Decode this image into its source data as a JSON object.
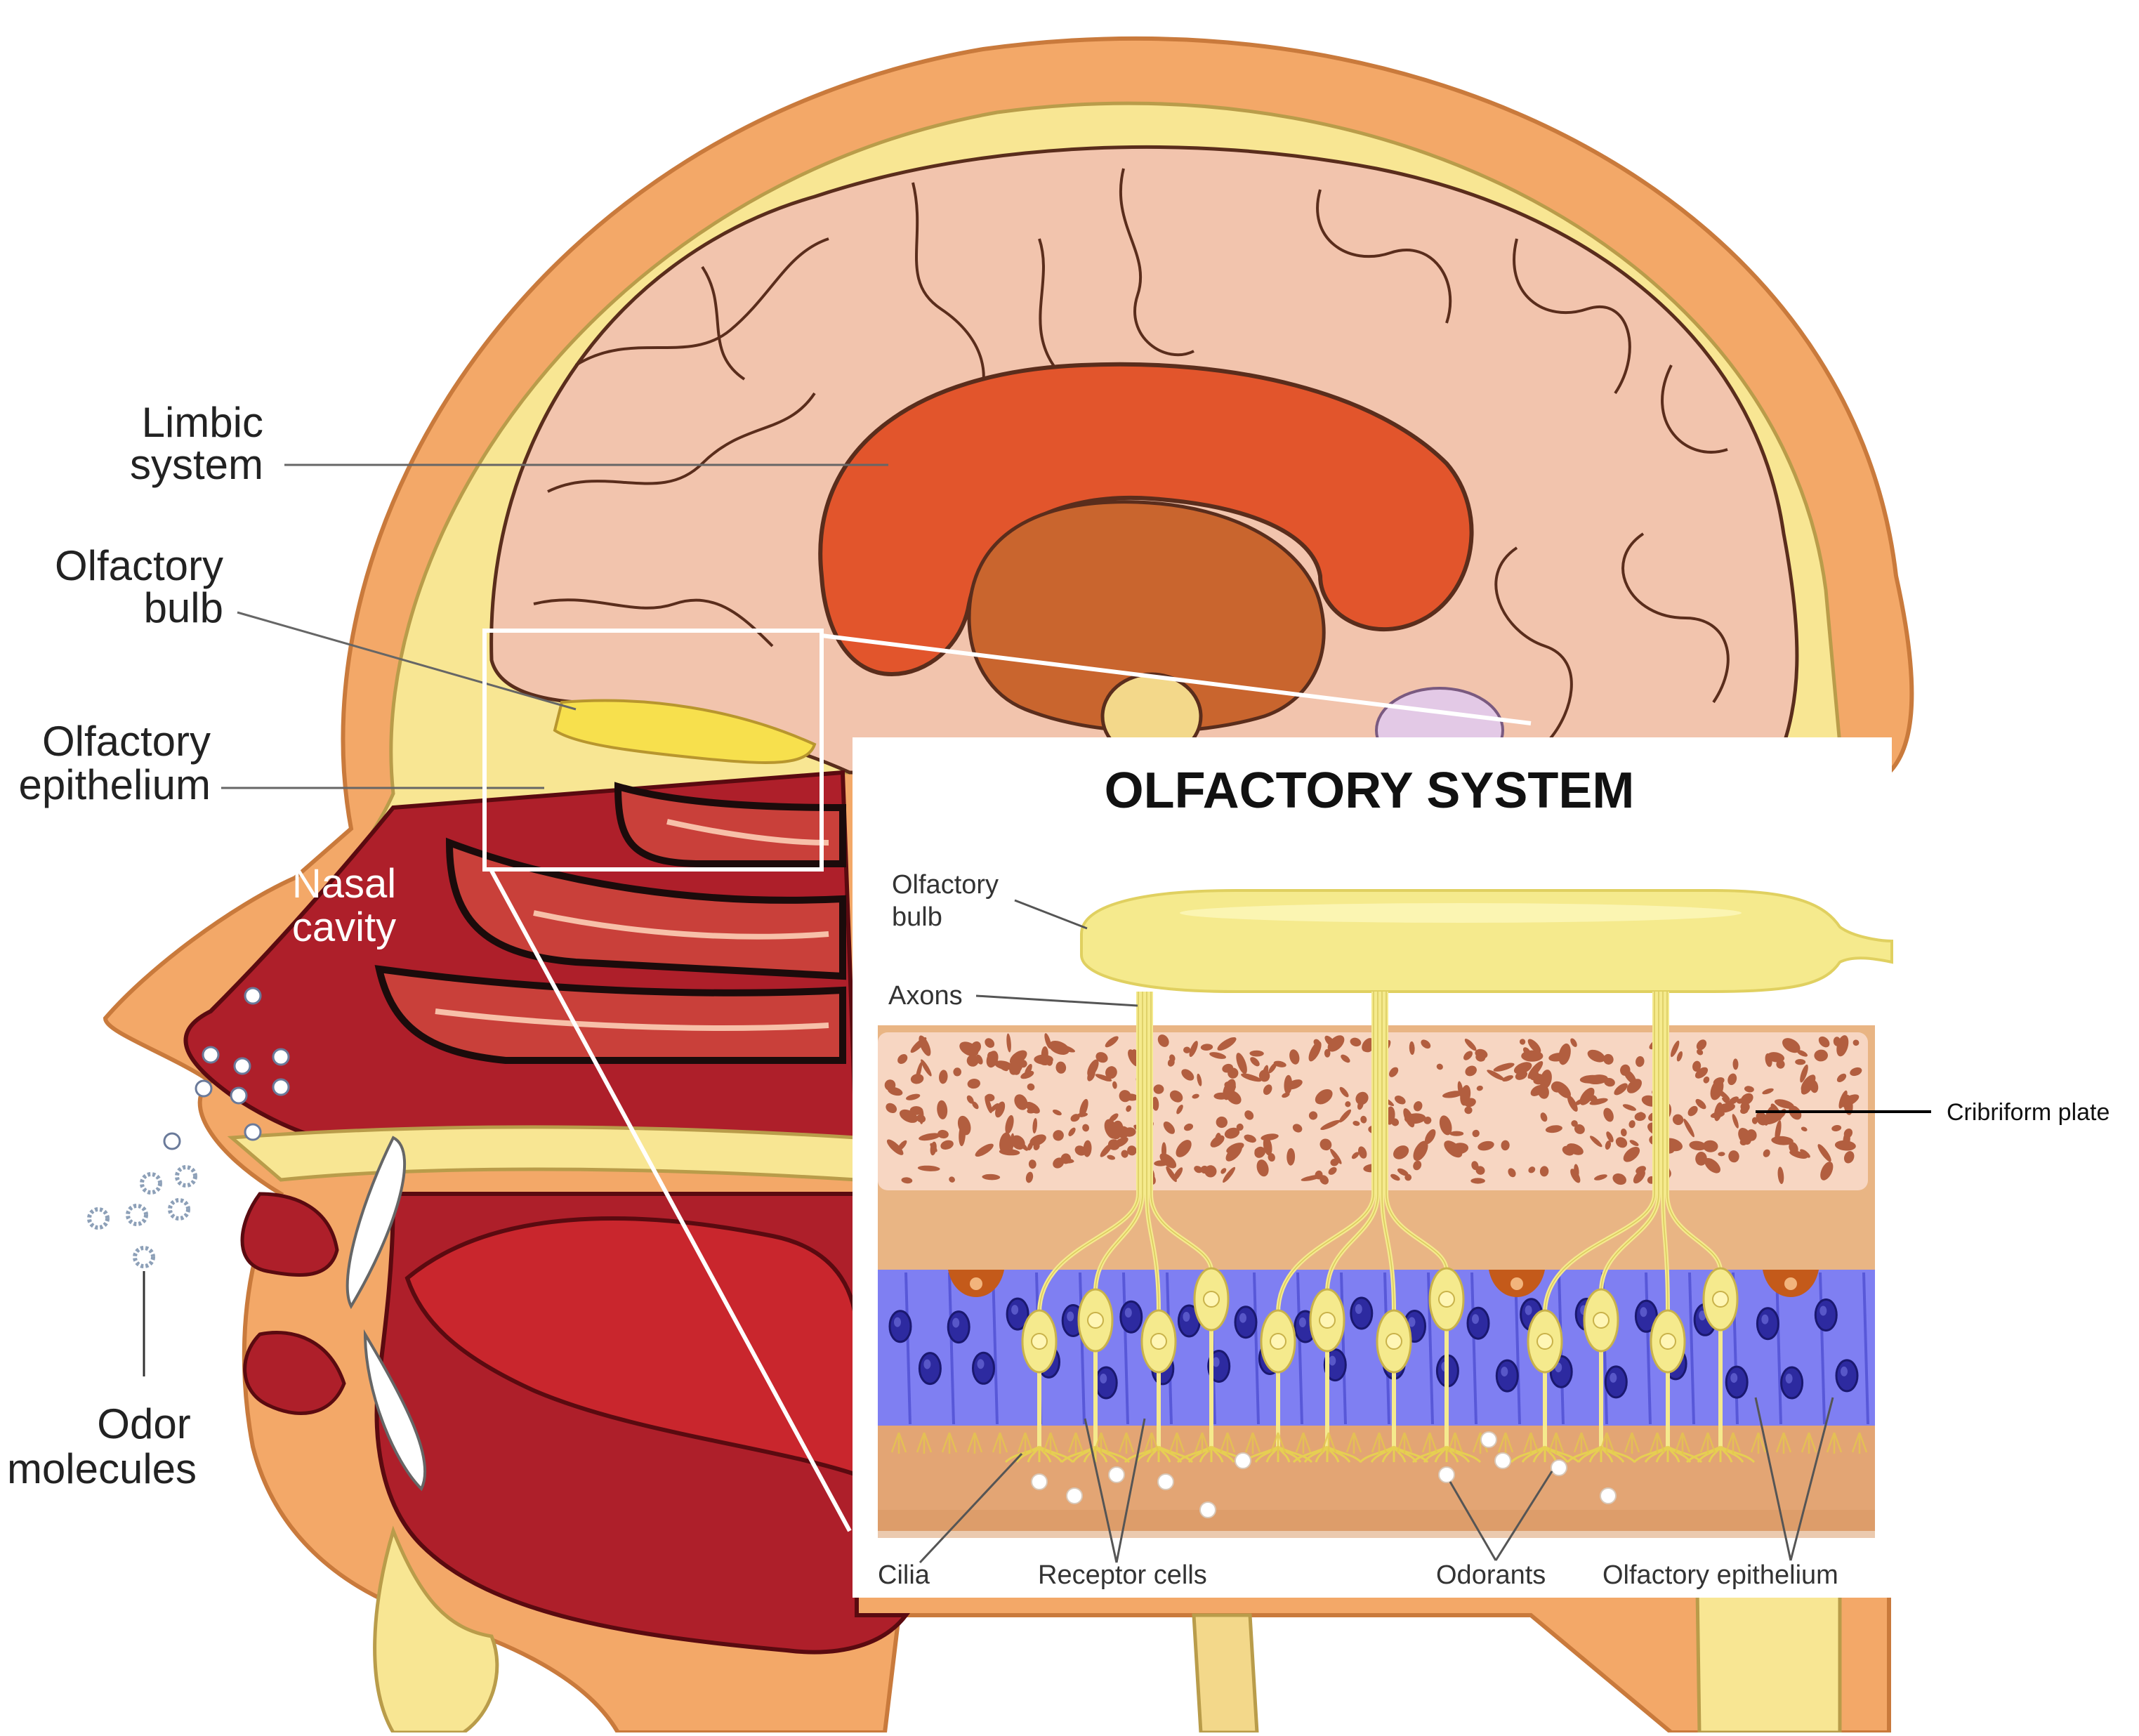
{
  "title": "OLFACTORY SYSTEM",
  "head_labels": {
    "limbic": [
      "Limbic",
      "system"
    ],
    "bulb": [
      "Olfactory",
      "bulb"
    ],
    "epithelium": [
      "Olfactory",
      "epithelium"
    ],
    "nasal": [
      "Nasal",
      "cavity"
    ],
    "odor": [
      "Odor",
      "molecules"
    ]
  },
  "inset_labels": {
    "bulb": [
      "Olfactory",
      "bulb"
    ],
    "axons": "Axons",
    "cilia": "Cilia",
    "receptor": "Receptor cells",
    "odorants": "Odorants",
    "epithelium": "Olfactory epithelium",
    "cribriform": "Cribriform plate"
  },
  "colors": {
    "skin": "#f3a868",
    "skull": "#f8e693",
    "brain": "#f2c4ad",
    "limbic": "#e2552c",
    "nasal": "#ae1f2a",
    "bulb": "#f5ea8d",
    "support_cells": "#7f7ff2",
    "nuclei": "#2d2aa0",
    "bone": "#f7d6c2"
  }
}
